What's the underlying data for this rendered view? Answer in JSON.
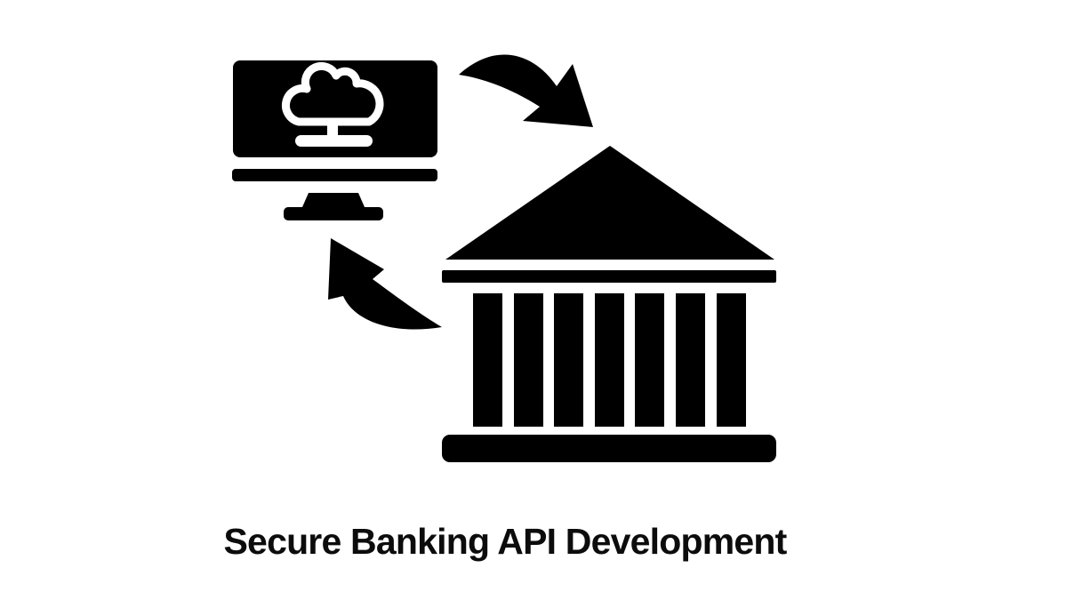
{
  "title": {
    "text": "Secure Banking API Development"
  },
  "colors": {
    "background": "#ffffff",
    "icon": "#000000",
    "icon_detail": "#ffffff",
    "title_text": "#0c0c0c"
  },
  "diagram": {
    "nodes": [
      {
        "id": "client-computer",
        "icon": "cloud-computer-icon"
      },
      {
        "id": "bank",
        "icon": "bank-building-icon"
      }
    ],
    "arrows": [
      {
        "icon": "curved-arrow-icon",
        "from": "client-computer",
        "to": "bank",
        "direction": "down-right"
      },
      {
        "icon": "curved-arrow-icon",
        "from": "bank",
        "to": "client-computer",
        "direction": "up-left"
      }
    ]
  }
}
